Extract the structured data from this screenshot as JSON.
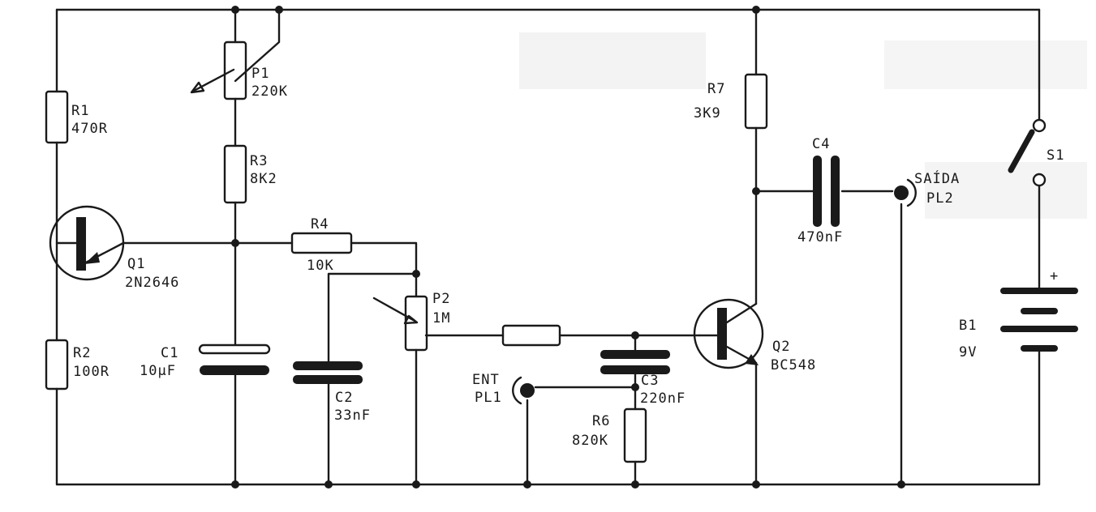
{
  "components": {
    "p1": {
      "ref": "P1",
      "value": "220K"
    },
    "r1": {
      "ref": "R1",
      "value": "470R"
    },
    "r2": {
      "ref": "R2",
      "value": "100R"
    },
    "r3": {
      "ref": "R3",
      "value": "8K2"
    },
    "r4": {
      "ref": "R4",
      "value": "10K"
    },
    "r6": {
      "ref": "R6",
      "value": "820K"
    },
    "r7": {
      "ref": "R7",
      "value": "3K9"
    },
    "q1": {
      "ref": "Q1",
      "value": "2N2646"
    },
    "q2": {
      "ref": "Q2",
      "value": "BC548"
    },
    "c1": {
      "ref": "C1",
      "value": "10µF"
    },
    "c2": {
      "ref": "C2",
      "value": "33nF"
    },
    "c3": {
      "ref": "C3",
      "value": "220nF"
    },
    "c4": {
      "ref": "C4",
      "value": "470nF"
    },
    "p2": {
      "ref": "P2",
      "value": "1M"
    },
    "s1": {
      "ref": "S1"
    },
    "b1": {
      "ref": "B1",
      "value": "9V",
      "polarity": "+"
    },
    "pl1": {
      "ref": "PL1",
      "label": "ENT"
    },
    "pl2": {
      "ref": "PL2",
      "label": "SAÍDA"
    }
  },
  "colors": {
    "ink": "#1a1a1a",
    "paper": "#ffffff"
  }
}
